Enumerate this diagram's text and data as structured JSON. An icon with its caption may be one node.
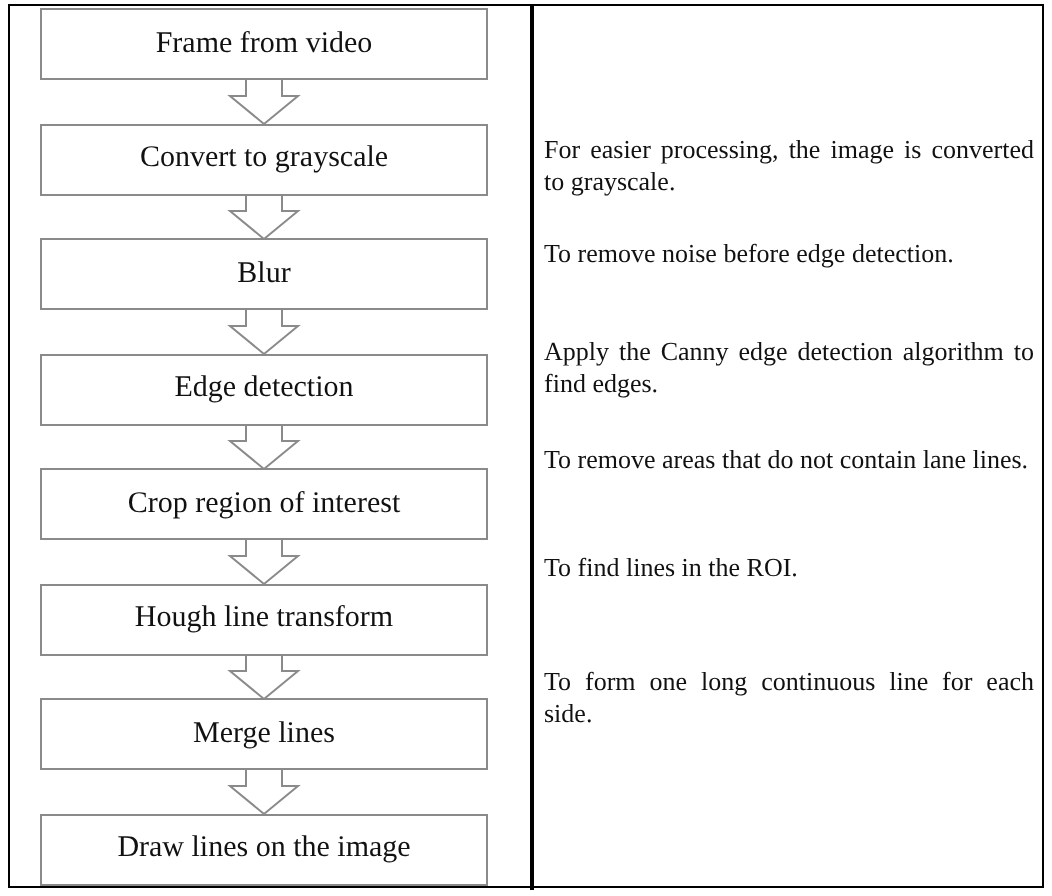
{
  "diagram": {
    "nodes": [
      {
        "text": [
          "Frame from video"
        ]
      },
      {
        "text": [
          "Convert to grayscale"
        ]
      },
      {
        "text": [
          "Blur"
        ]
      },
      {
        "text": [
          "Edge detection"
        ]
      },
      {
        "text": [
          "Crop region of interest"
        ]
      },
      {
        "text": [
          "Hough line transform"
        ]
      },
      {
        "text": [
          "Merge lines"
        ]
      },
      {
        "text": [
          "Draw lines on the image"
        ]
      }
    ],
    "edges": [
      {
        "from": 0,
        "to": 1,
        "arrow": "to"
      },
      {
        "from": 1,
        "to": 2,
        "arrow": "to"
      },
      {
        "from": 2,
        "to": 3,
        "arrow": "to"
      },
      {
        "from": 3,
        "to": 4,
        "arrow": "to"
      },
      {
        "from": 4,
        "to": 5,
        "arrow": "to"
      },
      {
        "from": 5,
        "to": 6,
        "arrow": "to"
      },
      {
        "from": 6,
        "to": 7,
        "arrow": "to"
      }
    ],
    "labels": [
      "For easier processing, the image is converted to grayscale.",
      "To remove noise before edge detection.",
      "Apply the Canny edge detection algorithm to find edges.",
      "To remove areas that do not contain lane lines.",
      "To find lines in the ROI.",
      "To form one long continuous line for each side."
    ]
  }
}
